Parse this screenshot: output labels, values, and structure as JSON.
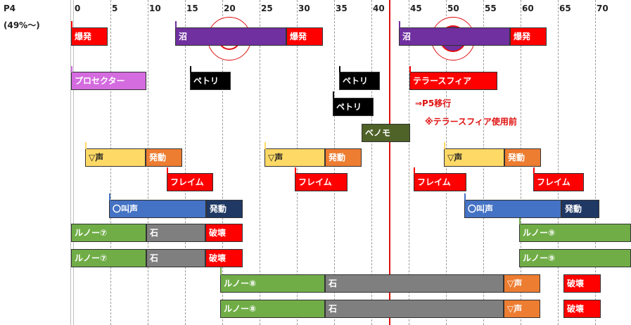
{
  "header": {
    "phase_label": "P4",
    "hp_label": "(49%〜)"
  },
  "ticks": [
    "0",
    "5",
    "10",
    "15",
    "20",
    "25",
    "30",
    "35",
    "40",
    "45",
    "50",
    "55",
    "60",
    "65",
    "70"
  ],
  "colors": {
    "red": "#ff0000",
    "purple": "#7030a0",
    "violet": "#d46bdf",
    "black": "#000000",
    "green_dark": "#4f6228",
    "gold": "#ffd966",
    "orange": "#ed7d31",
    "blue": "#4472c4",
    "navy": "#1f3864",
    "green": "#70ad47",
    "gray": "#7f7f7f"
  },
  "bars": [
    {
      "id": "bakuhatsu-1",
      "label": "爆発",
      "color": "red"
    },
    {
      "id": "numa-1",
      "label": "沼",
      "color": "purple"
    },
    {
      "id": "bakuhatsu-2",
      "label": "爆発",
      "color": "red"
    },
    {
      "id": "numa-2",
      "label": "沼",
      "color": "purple"
    },
    {
      "id": "bakuhatsu-3",
      "label": "爆発",
      "color": "red"
    },
    {
      "id": "projector",
      "label": "プロセクター",
      "color": "violet"
    },
    {
      "id": "petori-1",
      "label": "ペトリ",
      "color": "black"
    },
    {
      "id": "petori-2",
      "label": "ペトリ",
      "color": "black"
    },
    {
      "id": "terra-sphere",
      "label": "テラースフィア",
      "color": "red"
    },
    {
      "id": "petori-3",
      "label": "ペトリ",
      "color": "black"
    },
    {
      "id": "venomo",
      "label": "ベノモ",
      "color": "green_dark"
    },
    {
      "id": "koe-1",
      "label": "▽声",
      "color": "gold"
    },
    {
      "id": "hatsudo-1",
      "label": "発動",
      "color": "orange"
    },
    {
      "id": "koe-2",
      "label": "▽声",
      "color": "gold"
    },
    {
      "id": "hatsudo-2",
      "label": "発動",
      "color": "orange"
    },
    {
      "id": "koe-3",
      "label": "▽声",
      "color": "gold"
    },
    {
      "id": "hatsudo-3",
      "label": "発動",
      "color": "orange"
    },
    {
      "id": "flame-1",
      "label": "フレイム",
      "color": "red"
    },
    {
      "id": "flame-2",
      "label": "フレイム",
      "color": "red"
    },
    {
      "id": "flame-3",
      "label": "フレイム",
      "color": "red"
    },
    {
      "id": "flame-4",
      "label": "フレイム",
      "color": "red"
    },
    {
      "id": "sakebi-1",
      "label": "〇叫声",
      "color": "blue"
    },
    {
      "id": "hatsudo-4",
      "label": "発動",
      "color": "navy"
    },
    {
      "id": "sakebi-2",
      "label": "〇叫声",
      "color": "blue"
    },
    {
      "id": "hatsudo-5",
      "label": "発動",
      "color": "navy"
    },
    {
      "id": "runo7-a",
      "label": "ルノー⑦",
      "color": "green"
    },
    {
      "id": "ishi-a",
      "label": "石",
      "color": "gray"
    },
    {
      "id": "hakai-a",
      "label": "破壊",
      "color": "red"
    },
    {
      "id": "runo9-a",
      "label": "ルノー⑨",
      "color": "green"
    },
    {
      "id": "runo7-b",
      "label": "ルノー⑦",
      "color": "green"
    },
    {
      "id": "ishi-b",
      "label": "石",
      "color": "gray"
    },
    {
      "id": "hakai-b",
      "label": "破壊",
      "color": "red"
    },
    {
      "id": "runo9-b",
      "label": "ルノー⑨",
      "color": "green"
    },
    {
      "id": "runo8-a",
      "label": "ルノー⑧",
      "color": "green"
    },
    {
      "id": "ishi-c",
      "label": "石",
      "color": "gray"
    },
    {
      "id": "koe-4",
      "label": "▽声",
      "color": "orange"
    },
    {
      "id": "hakai-c",
      "label": "破壊",
      "color": "red"
    },
    {
      "id": "runo8-b",
      "label": "ルノー⑧",
      "color": "green"
    },
    {
      "id": "ishi-d",
      "label": "石",
      "color": "gray"
    },
    {
      "id": "koe-5",
      "label": "▽声",
      "color": "orange"
    },
    {
      "id": "hakai-d",
      "label": "破壊",
      "color": "red"
    }
  ],
  "notes": {
    "p5_transition": "⇒P5移行",
    "before_terra": "※テラースフィア使用前"
  }
}
